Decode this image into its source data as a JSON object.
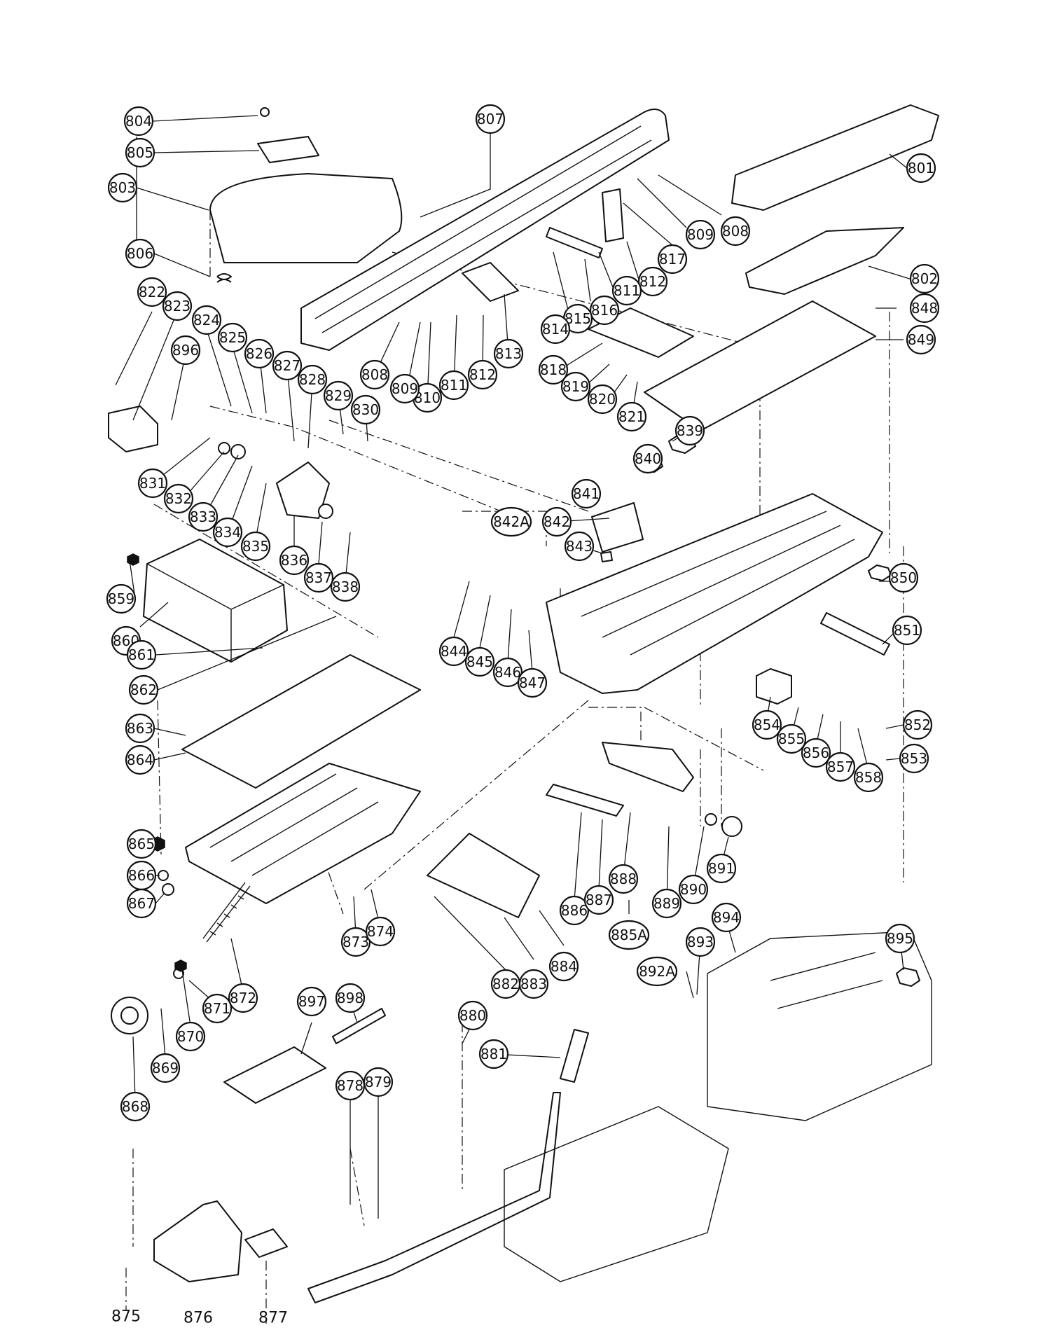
{
  "diagram": {
    "callouts": [
      {
        "id": "804",
        "label": "804"
      },
      {
        "id": "805",
        "label": "805"
      },
      {
        "id": "803",
        "label": "803"
      },
      {
        "id": "806",
        "label": "806"
      },
      {
        "id": "807",
        "label": "807"
      },
      {
        "id": "801",
        "label": "801"
      },
      {
        "id": "808a",
        "label": "808"
      },
      {
        "id": "809a",
        "label": "809"
      },
      {
        "id": "817",
        "label": "817"
      },
      {
        "id": "812a",
        "label": "812"
      },
      {
        "id": "811a",
        "label": "811"
      },
      {
        "id": "816",
        "label": "816"
      },
      {
        "id": "815",
        "label": "815"
      },
      {
        "id": "814",
        "label": "814"
      },
      {
        "id": "802",
        "label": "802"
      },
      {
        "id": "848",
        "label": "848"
      },
      {
        "id": "849",
        "label": "849"
      },
      {
        "id": "813",
        "label": "813"
      },
      {
        "id": "812b",
        "label": "812"
      },
      {
        "id": "811b",
        "label": "811"
      },
      {
        "id": "810",
        "label": "810"
      },
      {
        "id": "809b",
        "label": "809"
      },
      {
        "id": "808b",
        "label": "808"
      },
      {
        "id": "818",
        "label": "818"
      },
      {
        "id": "819",
        "label": "819"
      },
      {
        "id": "820",
        "label": "820"
      },
      {
        "id": "821",
        "label": "821"
      },
      {
        "id": "822",
        "label": "822"
      },
      {
        "id": "823",
        "label": "823"
      },
      {
        "id": "824",
        "label": "824"
      },
      {
        "id": "825",
        "label": "825"
      },
      {
        "id": "826",
        "label": "826"
      },
      {
        "id": "827",
        "label": "827"
      },
      {
        "id": "828",
        "label": "828"
      },
      {
        "id": "829",
        "label": "829"
      },
      {
        "id": "830",
        "label": "830"
      },
      {
        "id": "896",
        "label": "896"
      },
      {
        "id": "831",
        "label": "831"
      },
      {
        "id": "832",
        "label": "832"
      },
      {
        "id": "833",
        "label": "833"
      },
      {
        "id": "834",
        "label": "834"
      },
      {
        "id": "835",
        "label": "835"
      },
      {
        "id": "836",
        "label": "836"
      },
      {
        "id": "837",
        "label": "837"
      },
      {
        "id": "838",
        "label": "838"
      },
      {
        "id": "839",
        "label": "839"
      },
      {
        "id": "840",
        "label": "840"
      },
      {
        "id": "841",
        "label": "841"
      },
      {
        "id": "842A",
        "label": "842A"
      },
      {
        "id": "842",
        "label": "842"
      },
      {
        "id": "843",
        "label": "843"
      },
      {
        "id": "850",
        "label": "850"
      },
      {
        "id": "851",
        "label": "851"
      },
      {
        "id": "859",
        "label": "859"
      },
      {
        "id": "860",
        "label": "860"
      },
      {
        "id": "861",
        "label": "861"
      },
      {
        "id": "862",
        "label": "862"
      },
      {
        "id": "844",
        "label": "844"
      },
      {
        "id": "845",
        "label": "845"
      },
      {
        "id": "846",
        "label": "846"
      },
      {
        "id": "847",
        "label": "847"
      },
      {
        "id": "854",
        "label": "854"
      },
      {
        "id": "855",
        "label": "855"
      },
      {
        "id": "856",
        "label": "856"
      },
      {
        "id": "857",
        "label": "857"
      },
      {
        "id": "858",
        "label": "858"
      },
      {
        "id": "852",
        "label": "852"
      },
      {
        "id": "853",
        "label": "853"
      },
      {
        "id": "863",
        "label": "863"
      },
      {
        "id": "864",
        "label": "864"
      },
      {
        "id": "865",
        "label": "865"
      },
      {
        "id": "866",
        "label": "866"
      },
      {
        "id": "867",
        "label": "867"
      },
      {
        "id": "886",
        "label": "886"
      },
      {
        "id": "887",
        "label": "887"
      },
      {
        "id": "888",
        "label": "888"
      },
      {
        "id": "889",
        "label": "889"
      },
      {
        "id": "890",
        "label": "890"
      },
      {
        "id": "891",
        "label": "891"
      },
      {
        "id": "885A",
        "label": "885A"
      },
      {
        "id": "873",
        "label": "873"
      },
      {
        "id": "874",
        "label": "874"
      },
      {
        "id": "872",
        "label": "872"
      },
      {
        "id": "871",
        "label": "871"
      },
      {
        "id": "870",
        "label": "870"
      },
      {
        "id": "869",
        "label": "869"
      },
      {
        "id": "868",
        "label": "868"
      },
      {
        "id": "882",
        "label": "882"
      },
      {
        "id": "883",
        "label": "883"
      },
      {
        "id": "884",
        "label": "884"
      },
      {
        "id": "894",
        "label": "894"
      },
      {
        "id": "893",
        "label": "893"
      },
      {
        "id": "892A",
        "label": "892A"
      },
      {
        "id": "895",
        "label": "895"
      },
      {
        "id": "898",
        "label": "898"
      },
      {
        "id": "897",
        "label": "897"
      },
      {
        "id": "880",
        "label": "880"
      },
      {
        "id": "881",
        "label": "881"
      },
      {
        "id": "878",
        "label": "878"
      },
      {
        "id": "879",
        "label": "879"
      }
    ],
    "plain_labels": [
      {
        "id": "875",
        "label": "875"
      },
      {
        "id": "876",
        "label": "876"
      },
      {
        "id": "877",
        "label": "877"
      }
    ]
  }
}
